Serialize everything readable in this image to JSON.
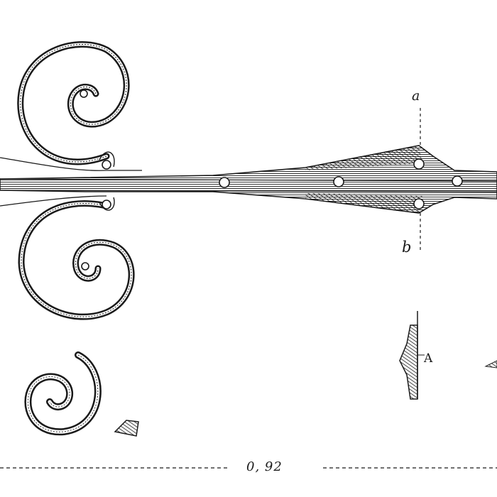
{
  "labels": {
    "section_top": "a",
    "section_bottom": "b",
    "detail": "A",
    "dimension": "0, 92"
  },
  "colors": {
    "ink": "#1a1a1a",
    "paper": "#ffffff"
  }
}
